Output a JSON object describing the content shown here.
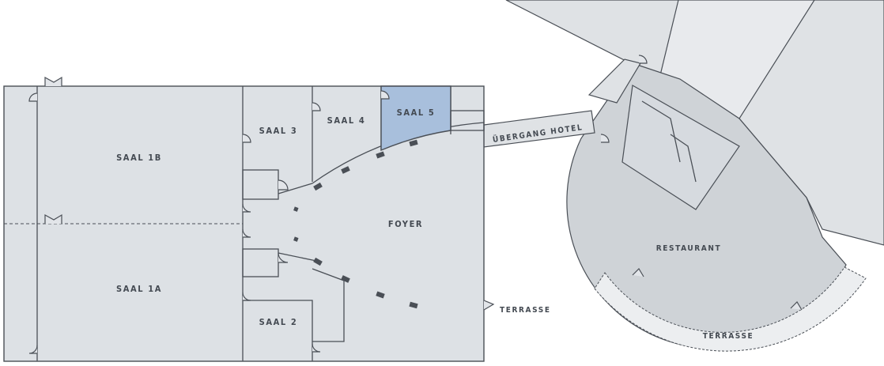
{
  "rooms": {
    "saal_1b": "SAAL 1B",
    "saal_1a": "SAAL 1A",
    "saal_2": "SAAL 2",
    "saal_3": "SAAL 3",
    "saal_4": "SAAL 4",
    "saal_5": "SAAL 5",
    "foyer": "FOYER",
    "uebergang": "ÜBERGANG HOTEL",
    "restaurant": "RESTAURANT",
    "terrasse_left": "TERRASSE",
    "terrasse_right": "TERRASSE"
  },
  "colors": {
    "room_fill": "#dde1e5",
    "highlight": "#a8bfdc",
    "restaurant_fill": "#cfd3d7",
    "terrace_fill": "#eceef0",
    "hotel_fill": "#dfe2e5",
    "wall": "#4a4f56",
    "column": "#4a4f56"
  }
}
